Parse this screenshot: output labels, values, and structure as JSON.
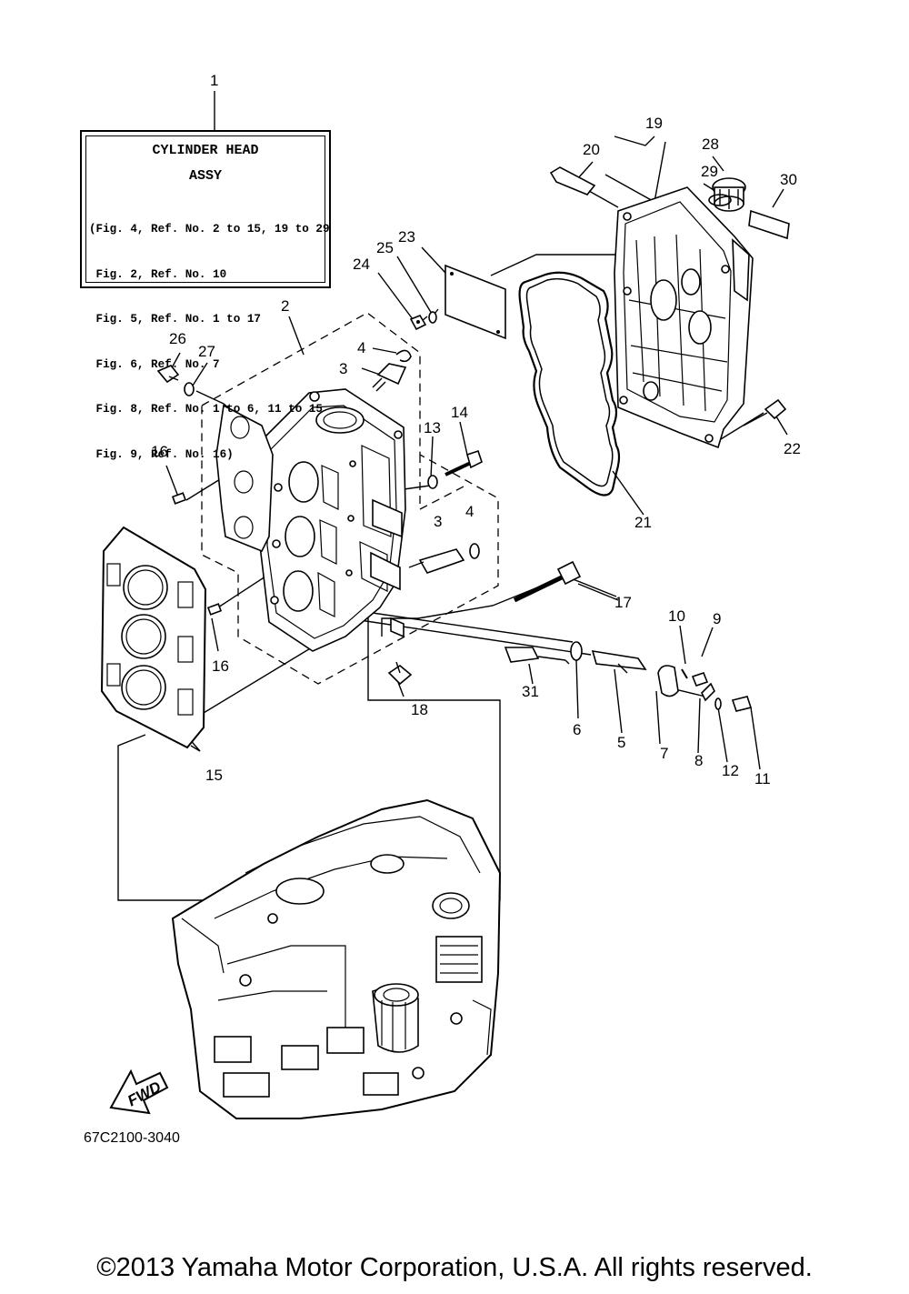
{
  "assy_box": {
    "title_line1": "CYLINDER HEAD",
    "title_line2": "ASSY",
    "lines": [
      "(Fig. 4, Ref. No. 2 to 15, 19 to 29",
      " Fig. 2, Ref. No. 10",
      " Fig. 5, Ref. No. 1 to 17",
      " Fig. 6, Ref. No. 7",
      " Fig. 8, Ref. No. 1 to 6, 11 to 15",
      " Fig. 9, Ref. No. 16)"
    ]
  },
  "callouts": {
    "c1": "1",
    "c2": "2",
    "c3a": "3",
    "c3b": "3",
    "c4a": "4",
    "c4b": "4",
    "c5": "5",
    "c6": "6",
    "c7": "7",
    "c8": "8",
    "c9": "9",
    "c10": "10",
    "c11": "11",
    "c12": "12",
    "c13": "13",
    "c14": "14",
    "c15": "15",
    "c16a": "16",
    "c16b": "16",
    "c17": "17",
    "c18": "18",
    "c19": "19",
    "c20": "20",
    "c21": "21",
    "c22": "22",
    "c23": "23",
    "c24": "24",
    "c25": "25",
    "c26": "26",
    "c27": "27",
    "c28": "28",
    "c29": "29",
    "c30": "30",
    "c31": "31"
  },
  "fwd_label": "FWD",
  "diagram_code": "67C2100-3040",
  "copyright": "©2013 Yamaha Motor Corporation, U.S.A. All rights reserved."
}
